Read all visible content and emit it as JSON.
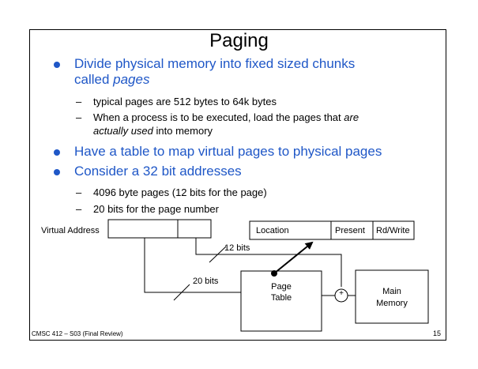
{
  "slide": {
    "title": "Paging",
    "footer": "CMSC 412 – S03  (Final Review)",
    "page_number": "15"
  },
  "bullets": [
    {
      "text_a": "Divide physical memory into fixed sized chunks",
      "text_b_prefix": "called ",
      "text_b_italic": "pages",
      "subs": [
        {
          "dash": "–",
          "text": "typical pages are 512 bytes to 64k bytes"
        },
        {
          "dash": "–",
          "line1_prefix": "When a process is to be executed, load the pages that ",
          "line1_italic": "are",
          "line2_italic": "actually used",
          "line2_suffix": " into memory"
        }
      ]
    },
    {
      "text": "Have a table to map virtual pages to physical pages"
    },
    {
      "text": "Consider a 32 bit addresses",
      "subs": [
        {
          "dash": "–",
          "text": "4096 byte pages (12 bits for the page)"
        },
        {
          "dash": "–",
          "text": "20 bits for the page number"
        }
      ]
    }
  ],
  "diagram": {
    "virtual_address_label": "Virtual Address",
    "entry_fields": [
      "Location",
      "Present",
      "Rd/Write"
    ],
    "bits_12": "12 bits",
    "bits_20": "20 bits",
    "page_table_line1": "Page",
    "page_table_line2": "Table",
    "adder_symbol": "+",
    "main_memory_line1": "Main",
    "main_memory_line2": "Memory"
  }
}
